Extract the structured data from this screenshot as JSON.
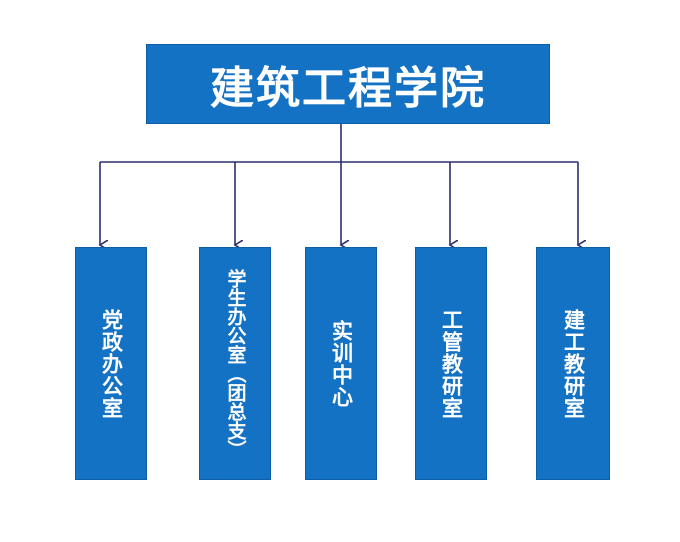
{
  "root": {
    "title": "建筑工程学院"
  },
  "children": [
    {
      "label": "党政办公室"
    },
    {
      "label": "学生办公室（团总支）"
    },
    {
      "label": "实训中心"
    },
    {
      "label": "工管教研室"
    },
    {
      "label": "建工教研室"
    }
  ],
  "colors": {
    "box_fill": "#1472c4",
    "connector": "#2b2e6e",
    "text": "#ffffff"
  }
}
